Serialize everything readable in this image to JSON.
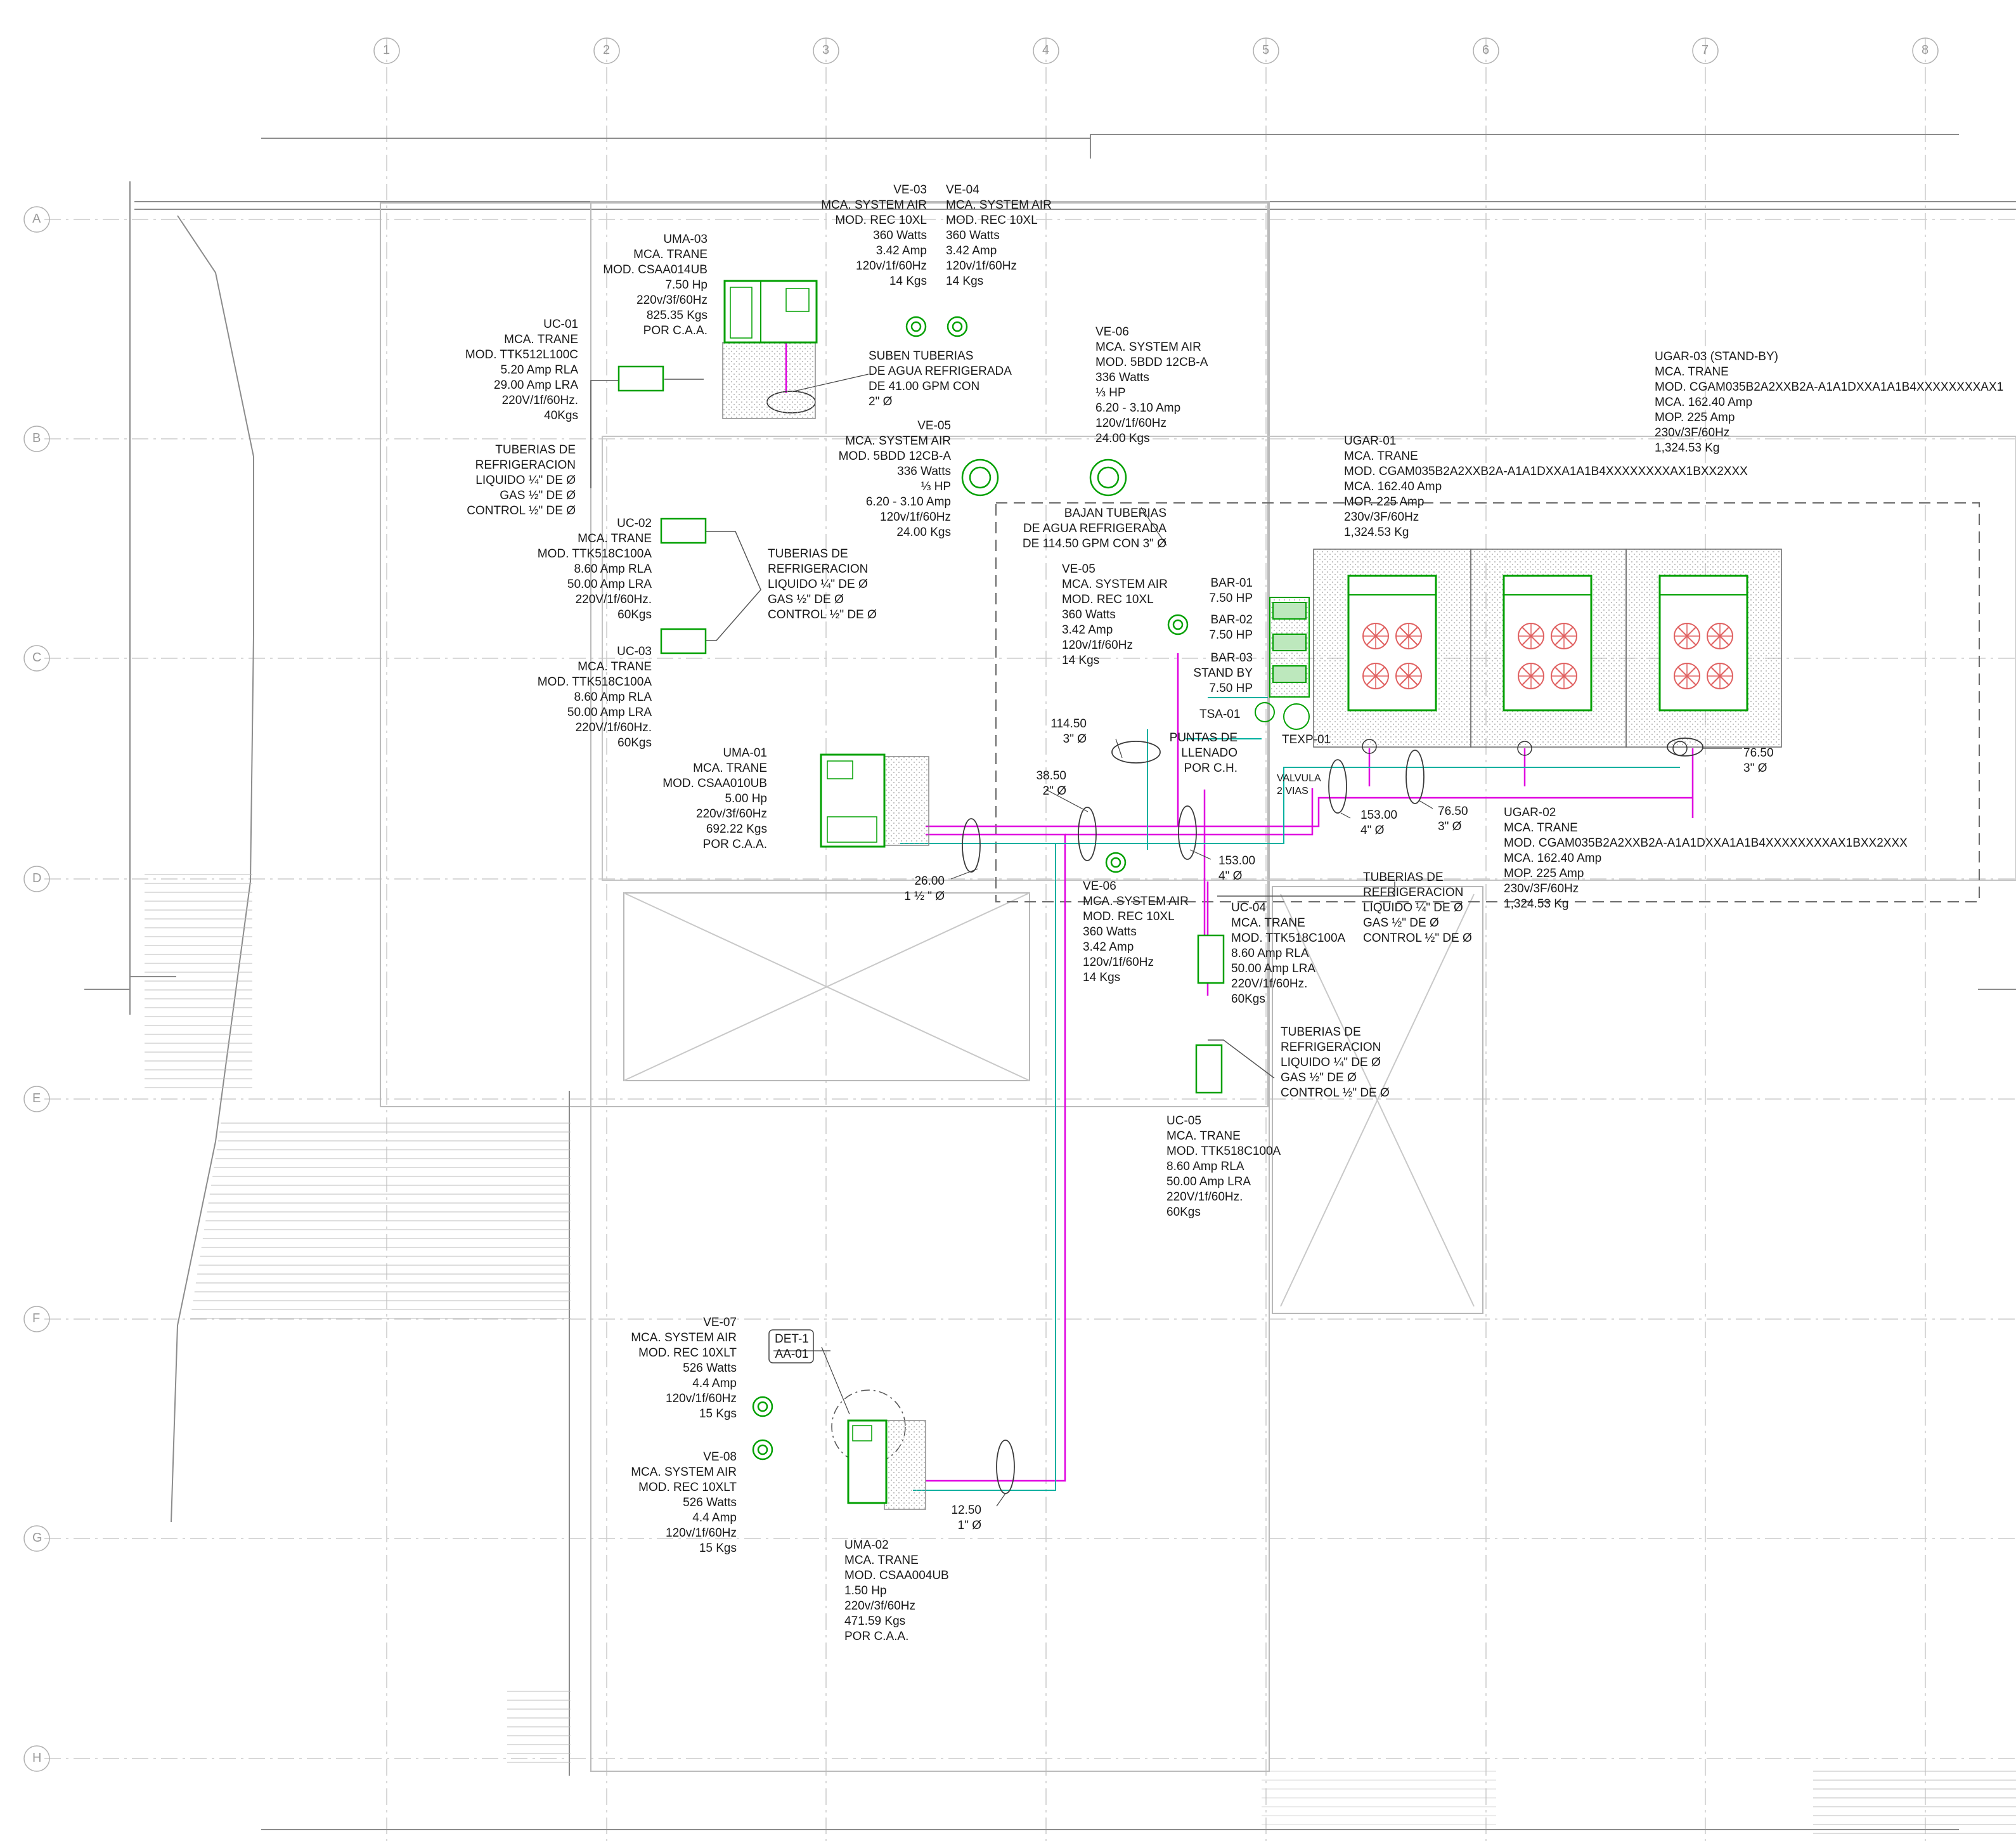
{
  "grid": {
    "columns": [
      "1",
      "2",
      "3",
      "4",
      "5",
      "6",
      "7",
      "8"
    ],
    "rows": [
      "A",
      "B",
      "C",
      "D",
      "E",
      "F",
      "G",
      "H"
    ]
  },
  "colors": {
    "equipment": "#00a000",
    "chilled_water_pipe": "#e000e0",
    "refrigerant_pipe": "#00b0a0",
    "valves": "#c05000",
    "fan_symbols": "#e06060",
    "grid_lines": "#c8c8c8",
    "text": "#1a1a1a"
  },
  "labels": {
    "uma03": "UMA-03\nMCA. TRANE\nMOD. CSAA014UB\n7.50 Hp\n220v/3f/60Hz\n825.35 Kgs\nPOR C.A.A.",
    "ve03": "VE-03\nMCA. SYSTEM AIR\nMOD. REC 10XL\n360 Watts\n3.42 Amp\n120v/1f/60Hz\n14 Kgs",
    "ve04": "VE-04\nMCA. SYSTEM AIR\nMOD. REC 10XL\n360 Watts\n3.42 Amp\n120v/1f/60Hz\n14 Kgs",
    "uc01": "UC-01\nMCA. TRANE\nMOD. TTK512L100C\n5.20 Amp RLA\n29.00 Amp LRA\n220V/1f/60Hz.\n40Kgs",
    "suben": "SUBEN TUBERIAS\nDE AGUA REFRIGERADA\nDE 41.00 GPM CON\n2\" Ø",
    "ve06_top": "VE-06\nMCA. SYSTEM AIR\nMOD. 5BDD 12CB-A\n336 Watts\n⅓ HP\n6.20 - 3.10 Amp\n120v/1f/60Hz\n24.00 Kgs",
    "ugar03": "UGAR-03 (STAND-BY)\nMCA. TRANE\nMOD. CGAM035B2A2XXB2A-A1A1DXXA1A1B4XXXXXXXXAX1\nMCA. 162.40 Amp\nMOP. 225 Amp\n230v/3F/60Hz\n1,324.53 Kg",
    "tub_ref_1": "TUBERIAS DE\nREFRIGERACION\nLIQUIDO ¼\" DE Ø\nGAS ½\" DE Ø\nCONTROL ½\" DE Ø",
    "ve05_top": "VE-05\nMCA. SYSTEM AIR\nMOD. 5BDD 12CB-A\n336 Watts\n⅓ HP\n6.20 - 3.10 Amp\n120v/1f/60Hz\n24.00 Kgs",
    "ugar01": "UGAR-01\nMCA. TRANE\nMOD. CGAM035B2A2XXB2A-A1A1DXXA1A1B4XXXXXXXXAX1BXX2XXX\nMCA. 162.40 Amp\nMOP. 225 Amp\n230v/3F/60Hz\n1,324.53 Kg",
    "bajan": "BAJAN TUBERIAS\nDE AGUA REFRIGERADA\nDE 114.50 GPM CON 3\" Ø",
    "uc02": "UC-02\nMCA. TRANE\nMOD. TTK518C100A\n8.60 Amp RLA\n50.00 Amp LRA\n220V/1f/60Hz.\n60Kgs",
    "tub_ref_2": "TUBERIAS DE\nREFRIGERACION\nLIQUIDO ¼\" DE Ø\nGAS ½\" DE Ø\nCONTROL ½\" DE Ø",
    "ve05_mid": "VE-05\nMCA. SYSTEM AIR\nMOD. REC 10XL\n360 Watts\n3.42 Amp\n120v/1f/60Hz\n14 Kgs",
    "bar01": "BAR-01\n7.50 HP",
    "bar02": "BAR-02\n7.50 HP",
    "bar03": "BAR-03\nSTAND BY\n7.50 HP",
    "uc03": "UC-03\nMCA. TRANE\nMOD. TTK518C100A\n8.60 Amp RLA\n50.00 Amp LRA\n220V/1f/60Hz.\n60Kgs",
    "tsa01": "TSA-01",
    "texp01": "TEXP-01",
    "pipe_114": "114.50\n3\" Ø",
    "puntas": "PUNTAS DE\nLLENADO\nPOR C.H.",
    "valvula": "VALVULA\n2 VIAS",
    "uma01": "UMA-01\nMCA. TRANE\nMOD. CSAA010UB\n5.00 Hp\n220v/3f/60Hz\n692.22 Kgs\nPOR C.A.A.",
    "pipe_38": "38.50\n2\" Ø",
    "pipe_153a": "153.00\n4\" Ø",
    "pipe_76a": "76.50\n3\" Ø",
    "pipe_76b": "76.50\n3\" Ø",
    "ugar02": "UGAR-02\nMCA. TRANE\nMOD. CGAM035B2A2XXB2A-A1A1DXXA1A1B4XXXXXXXXAX1BXX2XXX\nMCA. 162.40 Amp\nMOP. 225 Amp\n230v/3F/60Hz\n1,324.53 Kg",
    "pipe_153b": "153.00\n4\" Ø",
    "pipe_26": "26.00\n1 ½ \" Ø",
    "ve06_mid": "VE-06\nMCA. SYSTEM AIR\nMOD. REC 10XL\n360 Watts\n3.42 Amp\n120v/1f/60Hz\n14 Kgs",
    "uc04": "UC-04\nMCA. TRANE\nMOD. TTK518C100A\n8.60 Amp RLA\n50.00 Amp LRA\n220V/1f/60Hz.\n60Kgs",
    "tub_ref_3": "TUBERIAS DE\nREFRIGERACION\nLIQUIDO ¼\" DE Ø\nGAS ½\" DE Ø\nCONTROL ½\" DE Ø",
    "tub_ref_4": "TUBERIAS DE\nREFRIGERACION\nLIQUIDO ¼\" DE Ø\nGAS ½\" DE Ø\nCONTROL ½\" DE Ø",
    "uc05": "UC-05\nMCA. TRANE\nMOD. TTK518C100A\n8.60 Amp RLA\n50.00 Amp LRA\n220V/1f/60Hz.\n60Kgs",
    "ve07": "VE-07\nMCA. SYSTEM AIR\nMOD. REC 10XLT\n526 Watts\n4.4 Amp\n120v/1f/60Hz\n15 Kgs",
    "det1": "DET-1\nAA-01",
    "ve08": "VE-08\nMCA. SYSTEM AIR\nMOD. REC 10XLT\n526 Watts\n4.4 Amp\n120v/1f/60Hz\n15 Kgs",
    "pipe_12": "12.50\n1\" Ø",
    "uma02": "UMA-02\nMCA. TRANE\nMOD. CSAA004UB\n1.50 Hp\n220v/3f/60Hz\n471.59 Kgs\nPOR C.A.A."
  }
}
